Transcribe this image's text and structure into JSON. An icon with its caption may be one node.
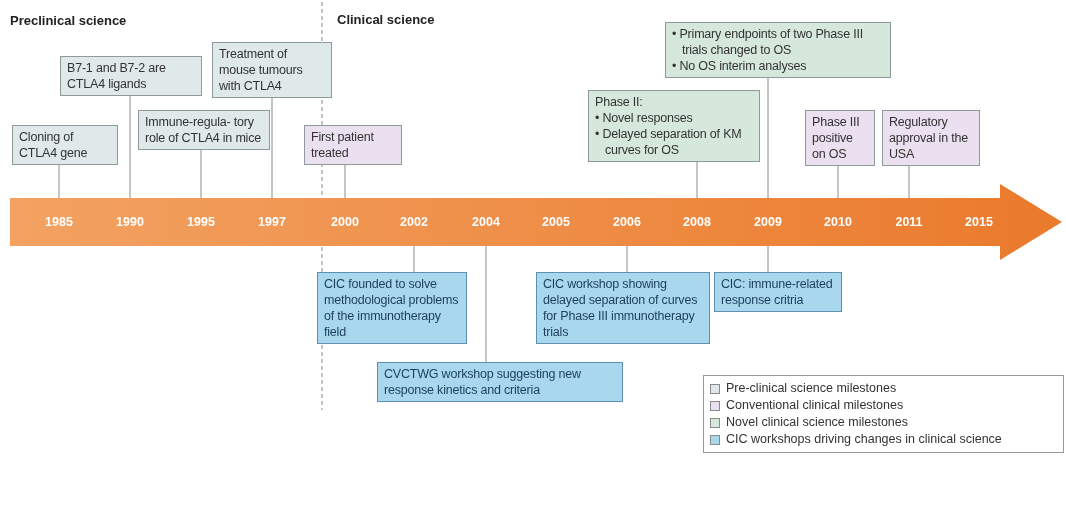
{
  "diagram": {
    "nodes": [
      {
        "text": [
          "Cloning of CTLA4 gene"
        ]
      },
      {
        "text": [
          "B7-1 and B7-2 are CTLA4 ligands"
        ]
      },
      {
        "text": [
          "Immune-regula- tory role of CTLA4 in mice"
        ]
      },
      {
        "text": [
          "Treatment of mouse tumours with CTLA4"
        ]
      },
      {
        "text": [
          "First patient treated"
        ]
      },
      {
        "text": [
          "Phase II:",
          "• Novel responses",
          "• Delayed separation of KM curves for OS"
        ]
      },
      {
        "text": [
          "• Primary endpoints of two Phase III trials changed to OS",
          "• No OS interim analyses"
        ]
      },
      {
        "text": [
          "Phase III positive on OS"
        ]
      },
      {
        "text": [
          "Regulatory approval in the USA"
        ]
      },
      {
        "text": [
          "CIC founded to solve methodological problems of the immunotherapy field"
        ]
      },
      {
        "text": [
          "CVCTWG workshop suggesting new response kinetics and criteria"
        ]
      },
      {
        "text": [
          "CIC workshop showing delayed separation of curves for Phase III immunotherapy trials"
        ]
      },
      {
        "text": [
          "CIC: immune-related response critria"
        ]
      },
      {
        "text": [
          "1985"
        ]
      },
      {
        "text": [
          "1990"
        ]
      },
      {
        "text": [
          "1995"
        ]
      },
      {
        "text": [
          "1997"
        ]
      },
      {
        "text": [
          "2000"
        ]
      },
      {
        "text": [
          "2002"
        ]
      },
      {
        "text": [
          "2004"
        ]
      },
      {
        "text": [
          "2005"
        ]
      },
      {
        "text": [
          "2006"
        ]
      },
      {
        "text": [
          "2008"
        ]
      },
      {
        "text": [
          "2009"
        ]
      },
      {
        "text": [
          "2010"
        ]
      },
      {
        "text": [
          "2011"
        ]
      },
      {
        "text": [
          "2015"
        ]
      }
    ],
    "edges": [
      {
        "from": 0,
        "to": 13,
        "arrow": "none"
      },
      {
        "from": 1,
        "to": 14,
        "arrow": "none"
      },
      {
        "from": 2,
        "to": 15,
        "arrow": "none"
      },
      {
        "from": 3,
        "to": 16,
        "arrow": "none"
      },
      {
        "from": 4,
        "to": 17,
        "arrow": "none"
      },
      {
        "from": 5,
        "to": 22,
        "arrow": "none"
      },
      {
        "from": 6,
        "to": 23,
        "arrow": "none"
      },
      {
        "from": 7,
        "to": 24,
        "arrow": "none"
      },
      {
        "from": 8,
        "to": 25,
        "arrow": "none"
      },
      {
        "from": 9,
        "to": 18,
        "arrow": "none"
      },
      {
        "from": 10,
        "to": 19,
        "arrow": "none"
      },
      {
        "from": 11,
        "to": 21,
        "arrow": "none"
      },
      {
        "from": 12,
        "to": 23,
        "arrow": "none"
      }
    ],
    "labels": [
      "Preclinical science",
      "Clinical science"
    ],
    "legend": [
      {
        "text": "Pre-clinical science milestones",
        "color": "#dfe9ea"
      },
      {
        "text": "Conventional clinical milestones",
        "color": "#ebe0f0"
      },
      {
        "text": "Novel clinical science milestones",
        "color": "#d6e8dc"
      },
      {
        "text": "CIC workshops driving changes in clinical science",
        "color": "#a8d7ee"
      }
    ]
  }
}
